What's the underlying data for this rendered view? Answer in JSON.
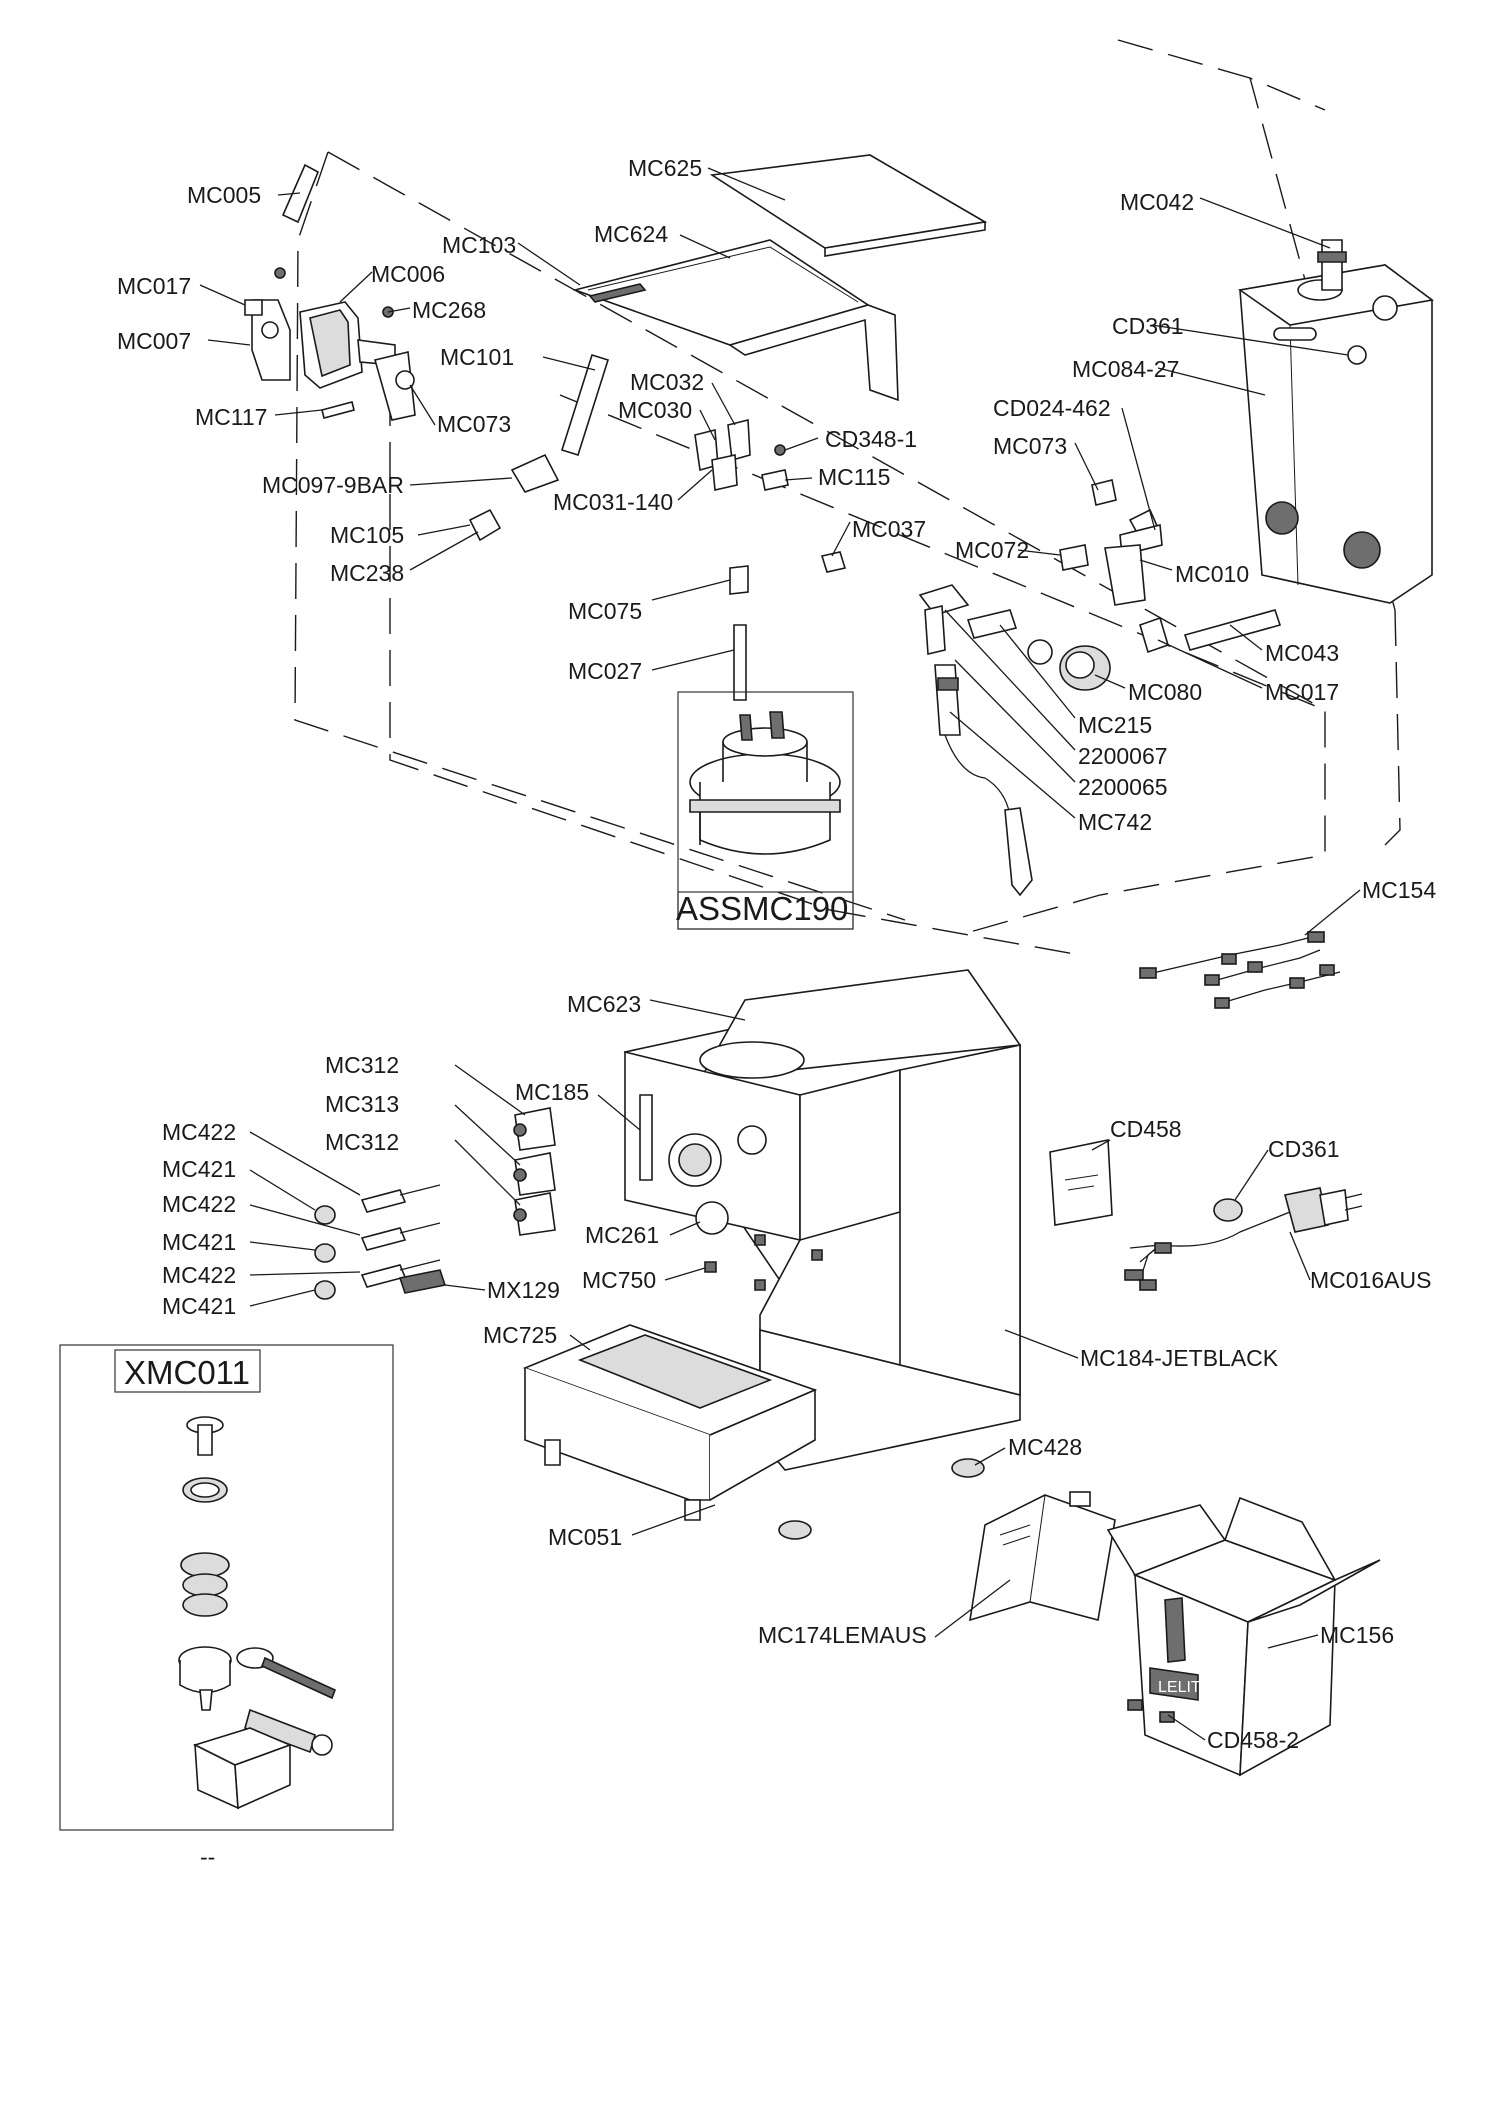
{
  "labels": {
    "MC005": "MC005",
    "MC017a": "MC017",
    "MC006": "MC006",
    "MC007": "MC007",
    "MC268": "MC268",
    "MC117": "MC117",
    "MC073a": "MC073",
    "MC097": "MC097-9BAR",
    "MC101": "MC101",
    "MC105": "MC105",
    "MC238": "MC238",
    "MC625": "MC625",
    "MC624": "MC624",
    "MC103": "MC103",
    "MC032": "MC032",
    "MC030": "MC030",
    "MC031": "MC031-140",
    "CD348": "CD348-1",
    "MC115": "MC115",
    "MC037": "MC037",
    "MC075": "MC075",
    "MC027": "MC027",
    "MC042": "MC042",
    "CD361a": "CD361",
    "MC084": "MC084-27",
    "CD024": "CD024-462",
    "MC073b": "MC073",
    "MC072": "MC072",
    "MC010": "MC010",
    "MC043": "MC043",
    "MC080": "MC080",
    "MC017b": "MC017",
    "MC215": "MC215",
    "P2200067": "2200067",
    "P2200065": "2200065",
    "MC742": "MC742",
    "MC154": "MC154",
    "MC623": "MC623",
    "MC312a": "MC312",
    "MC313": "MC313",
    "MC312b": "MC312",
    "MC185": "MC185",
    "MC422a": "MC422",
    "MC421a": "MC421",
    "MC422b": "MC422",
    "MC421b": "MC421",
    "MC422c": "MC422",
    "MC421c": "MC421",
    "MX129": "MX129",
    "MC261": "MC261",
    "MC750": "MC750",
    "CD458": "CD458",
    "CD361b": "CD361",
    "MC016": "MC016AUS",
    "MC725": "MC725",
    "MC184": "MC184-JETBLACK",
    "MC428": "MC428",
    "MC051": "MC051",
    "MC174": "MC174LEMAUS",
    "MC156": "MC156",
    "CD4582": "CD458-2"
  },
  "assemblies": {
    "boiler": "ASSMC190",
    "kit": "XMC011"
  },
  "box_print": "LELIT",
  "footer_mark": "--"
}
